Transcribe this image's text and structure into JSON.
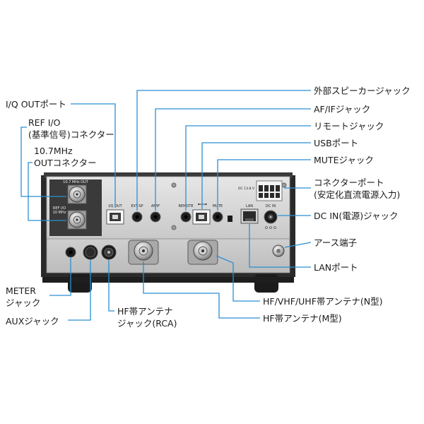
{
  "labels": {
    "iq_out": "I/Q OUTポート",
    "ref_io_1": "REF I/O",
    "ref_io_2": "(基準信号)コネクター",
    "mhz_out_1": "10.7MHz",
    "mhz_out_2": "OUTコネクター",
    "meter_1": "METER",
    "meter_2": "ジャック",
    "aux": "AUXジャック",
    "hf_rca_1": "HF帯アンテナ",
    "hf_rca_2": "ジャック(RCA)",
    "ext_sp": "外部スピーカージャック",
    "af_if": "AF/IFジャック",
    "remote": "リモートジャック",
    "usb": "USBポート",
    "mute": "MUTEジャック",
    "connector_port_1": "コネクターポート",
    "connector_port_2": "(安定化直流電源入力)",
    "dc_in": "DC IN(電源)ジャック",
    "earth": "アース端子",
    "lan": "LANポート",
    "hf_vhf_uhf_n": "HF/VHF/UHF帯アンテナ(N型)",
    "hf_m": "HF帯アンテナ(M型)"
  },
  "panel": {
    "label_10mhz_out": "10.7 MHz OUT",
    "label_ref_io": "REF I/O",
    "label_ref_10mhz": "10 MHz",
    "label_iq_out": "I/Q OUT",
    "label_ext_sp": "EXT-SP",
    "label_af_if": "AF/IF",
    "label_remote": "REMOTE",
    "label_mute": "MUTE",
    "label_lan": "LAN",
    "label_dc_in": "DC IN",
    "label_dc_13_8": "DC 13.8 V"
  },
  "colors": {
    "leader": "#2a8fd4",
    "panel_light": "#d9d9d9",
    "panel_dark": "#2b2b2b"
  }
}
